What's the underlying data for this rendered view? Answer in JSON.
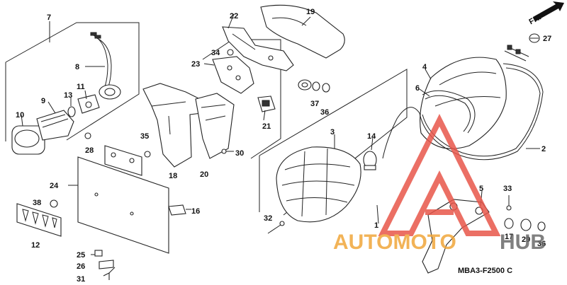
{
  "diagram_code": "MBA3-F2500 C",
  "direction_label": "FR.",
  "watermark": {
    "word1": "AUTOMOTO",
    "word2": "HUB",
    "color_primary": "#f0a63a",
    "color_secondary": "#6b6b6b",
    "triangle_color": "#e8564a"
  },
  "labels": {
    "p1": "1",
    "p2": "2",
    "p3": "3",
    "p4": "4",
    "p5": "5",
    "p6": "6",
    "p7": "7",
    "p8": "8",
    "p9": "9",
    "p10": "10",
    "p11": "11",
    "p12": "12",
    "p13": "13",
    "p14": "14",
    "p16": "16",
    "p17": "17",
    "p18": "18",
    "p19": "19",
    "p20": "20",
    "p21": "21",
    "p22": "22",
    "p23": "23",
    "p24": "24",
    "p25": "25",
    "p26": "26",
    "p27": "27",
    "p28": "28",
    "p29": "29",
    "p30": "30",
    "p31": "31",
    "p32": "32",
    "p33": "33",
    "p34": "34",
    "p35": "35",
    "p36a": "36",
    "p36b": "36",
    "p37": "37",
    "p38": "38"
  }
}
